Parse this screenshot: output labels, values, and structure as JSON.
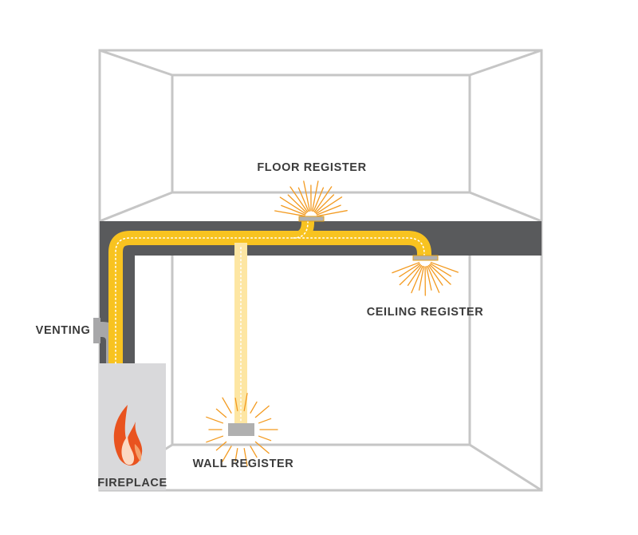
{
  "labels": {
    "floor_register": "FLOOR REGISTER",
    "ceiling_register": "CEILING REGISTER",
    "venting": "VENTING",
    "wall_register": "WALL REGISTER",
    "fireplace": "FIREPLACE"
  },
  "colors": {
    "room_lines": "#c6c6c6",
    "floor_slab": "#595a5c",
    "duct": "#f8c320",
    "duct_faded": "#fde6a3",
    "duct_dots": "#ffffff",
    "heat_rays": "#f39a1f",
    "register": "#b0b0b0",
    "fireplace_body": "#d9d9db",
    "venting_pipe": "#a7a7a9",
    "flame_outer": "#e9531f",
    "flame_inner": "#fbd9c2",
    "label_text": "#3b3b3b"
  },
  "icons": {
    "fireplace": "flame-icon",
    "registers": "heat-rays-icon"
  }
}
